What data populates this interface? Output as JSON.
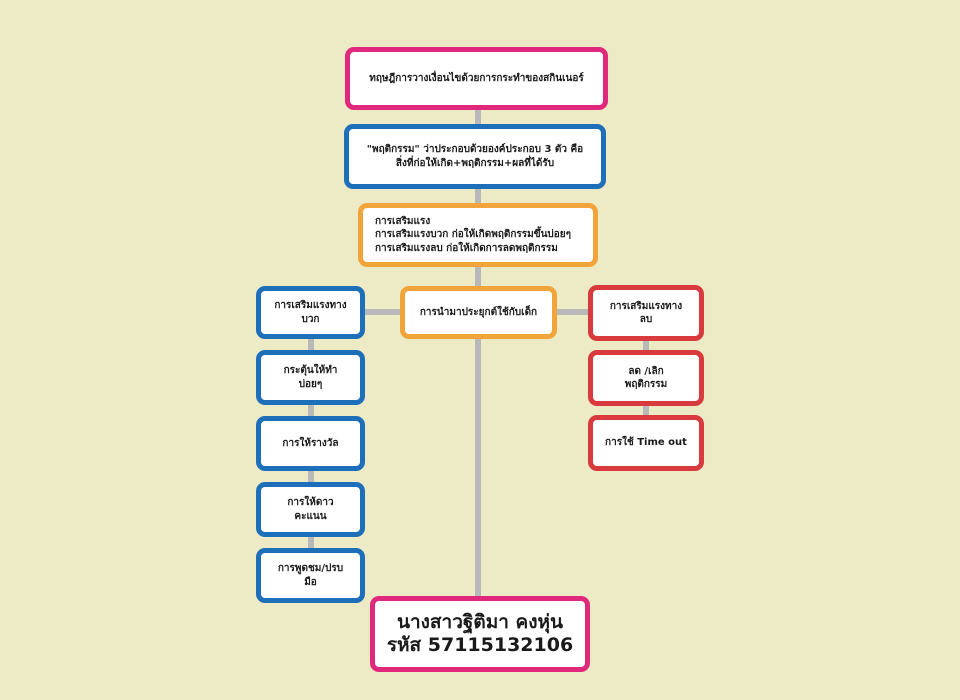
{
  "diagram": {
    "title": "ทฤษฎีการวางเงื่อนไขด้วยการกระทำของสกินเนอร์",
    "behavior": "\"พฤติกรรม\" ว่าประกอบด้วยองค์ประกอบ 3 ตัว คือ\nสิ่งที่ก่อให้เกิด+พฤติกรรม+ผลที่ได้รับ",
    "reinforcement": "การเสริมแรง\nการเสริมแรงบวก ก่อให้เกิดพฤติกรรมขึ้นบ่อยๆ\nการเสริมแรงลบ  ก่อให้เกิดการลดพฤติกรรม",
    "application": "การนำมาประยุกต์ใช้กับเด็ก",
    "positive": {
      "header": "การเสริมแรงทาง\nบวก",
      "items": [
        "กระตุ้นให้ทำ\nบ่อยๆ",
        "การให้รางวัล",
        "การให้ดาว\nคะแนน",
        "การพูดชม/ปรบ\nมือ"
      ]
    },
    "negative": {
      "header": "การเสริมแรงทาง\nลบ",
      "items": [
        "ลด /เลิก\nพฤติกรรม",
        "การใช้ Time out"
      ]
    },
    "author": {
      "name": "นางสาวฐิติมา  คงหุ่น",
      "id": "รหัส 57115132106"
    }
  },
  "colors": {
    "background": "#ecebc5",
    "pink": "#e0287c",
    "blue": "#1d6fba",
    "orange": "#f1a43a",
    "red": "#d83a3e",
    "connector": "#b9b9ba"
  }
}
